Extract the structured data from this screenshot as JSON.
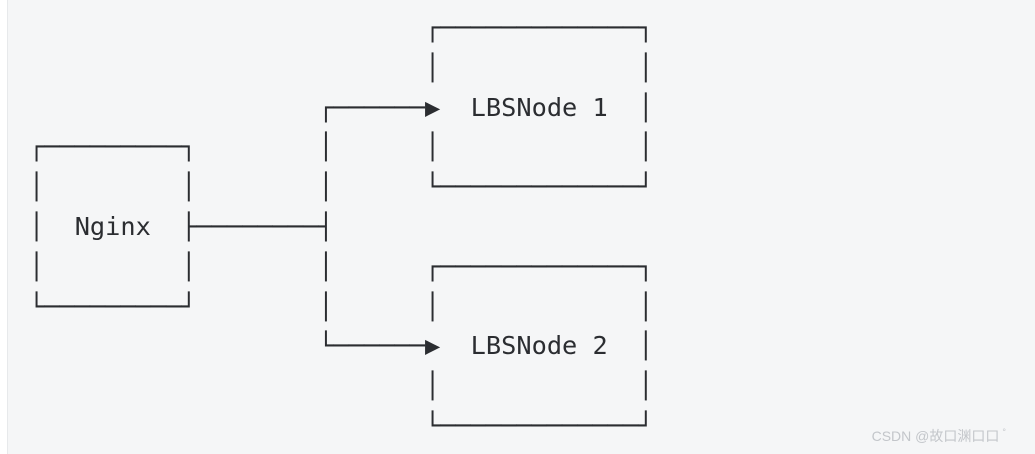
{
  "page": {
    "bg": "#ffffff"
  },
  "code_block": {
    "bg": "#f5f6f7",
    "border_color": "#e7e9eb"
  },
  "diagram": {
    "type": "ascii-architecture-diagram",
    "text_color": "#2b2d31",
    "nodes": [
      {
        "id": "nginx",
        "label": "Nginx"
      },
      {
        "id": "lbsnode1",
        "label": "LBSNode 1"
      },
      {
        "id": "lbsnode2",
        "label": "LBSNode 2"
      }
    ],
    "edges": [
      {
        "from": "Nginx",
        "to": "LBSNode 1",
        "arrow": true
      },
      {
        "from": "Nginx",
        "to": "LBSNode 2",
        "arrow": true
      }
    ],
    "ascii_lines": [
      "                          ┌─────────────┐",
      "                          │             │",
      "                   ┌──────▶  LBSNode 1  │",
      "┌─────────┐        │      │             │",
      "│         │        │      └─────────────┘",
      "│  Nginx  ├────────┤",
      "│         │        │      ┌─────────────┐",
      "└─────────┘        │      │             │",
      "                   └──────▶  LBSNode 2  │",
      "                          │             │",
      "                          └─────────────┘"
    ]
  },
  "watermark": {
    "text": "CSDN @故口渊口口",
    "mark": "°",
    "color": "#c3c6ca"
  }
}
